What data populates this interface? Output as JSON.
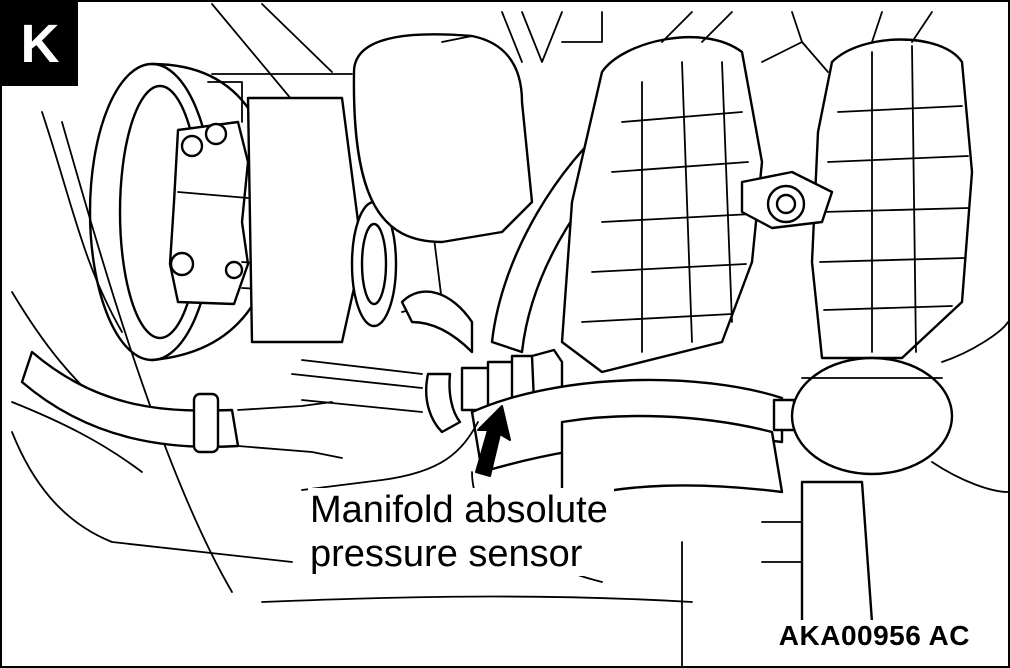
{
  "figure": {
    "badge": "K",
    "callout_lines": [
      "Manifold absolute",
      "pressure sensor"
    ],
    "reference_code": "AKA00956 AC"
  },
  "colors": {
    "ink": "#000000",
    "paper": "#ffffff"
  }
}
